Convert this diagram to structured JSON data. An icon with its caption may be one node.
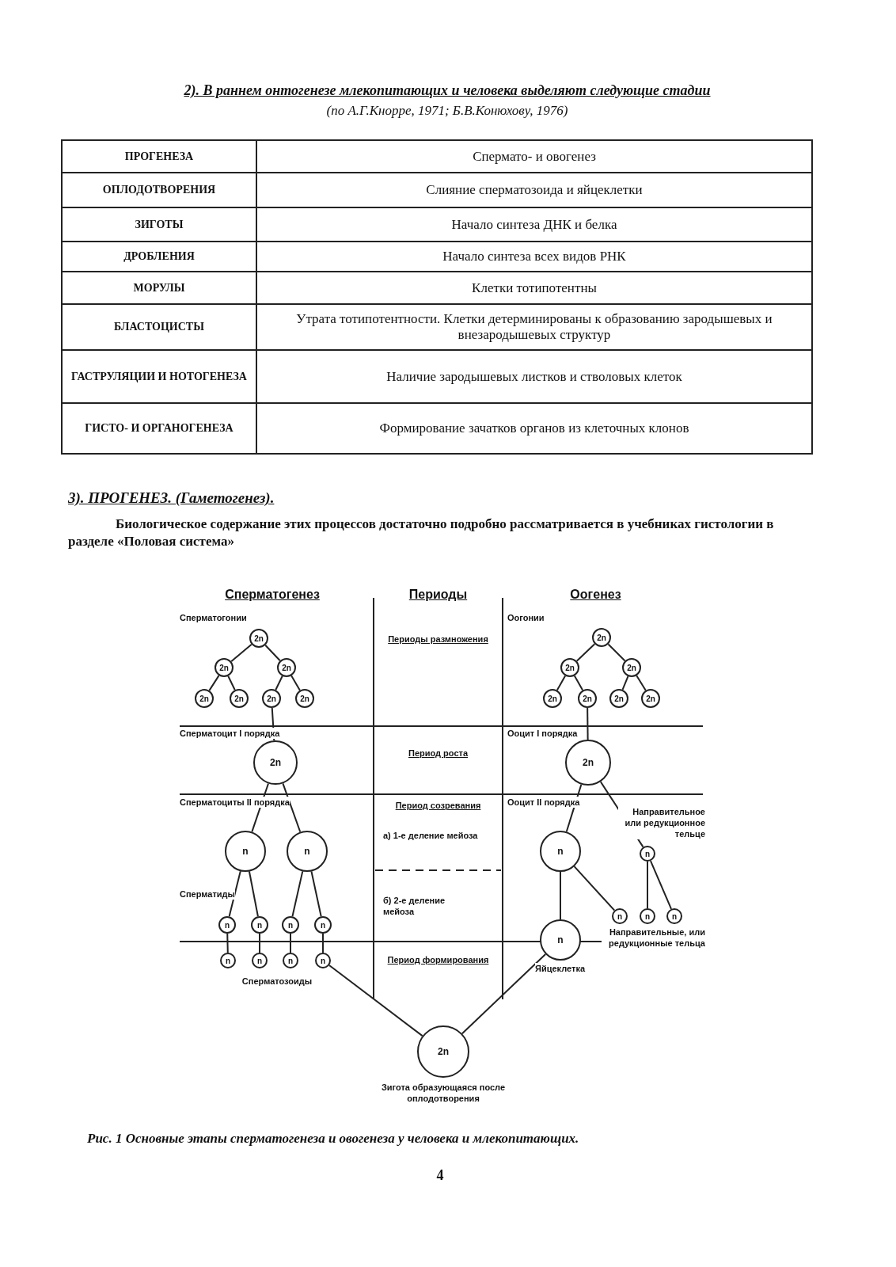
{
  "diagram": {
    "title": "2). В раннем онтогенезе млекопитающих и человека выделяют следующие стадии",
    "caption": "Рис. 1 Основные этапы сперматогенеза и овогенеза у человека и млекопитающих.",
    "nodes": [
      {
        "text": [
          "2n"
        ]
      },
      {
        "text": [
          "2n"
        ]
      },
      {
        "text": [
          "2n"
        ]
      },
      {
        "text": [
          "2n"
        ]
      },
      {
        "text": [
          "2n"
        ]
      },
      {
        "text": [
          "2n"
        ]
      },
      {
        "text": [
          "2n"
        ]
      },
      {
        "text": [
          "2n"
        ]
      },
      {
        "text": [
          "n"
        ]
      },
      {
        "text": [
          "n"
        ]
      },
      {
        "text": [
          "n"
        ]
      },
      {
        "text": [
          "n"
        ]
      },
      {
        "text": [
          "n"
        ]
      },
      {
        "text": [
          "n"
        ]
      },
      {
        "text": [
          "n"
        ]
      },
      {
        "text": [
          "n"
        ]
      },
      {
        "text": [
          "n"
        ]
      },
      {
        "text": [
          "n"
        ]
      },
      {
        "text": [
          "2n"
        ]
      },
      {
        "text": [
          "2n"
        ]
      },
      {
        "text": [
          "2n"
        ]
      },
      {
        "text": [
          "2n"
        ]
      },
      {
        "text": [
          "2n"
        ]
      },
      {
        "text": [
          "2n"
        ]
      },
      {
        "text": [
          "2n"
        ]
      },
      {
        "text": [
          "2n"
        ]
      },
      {
        "text": [
          "n"
        ]
      },
      {
        "text": [
          "n"
        ],
        "beside": [
          "Направительное или редукционное тельце"
        ]
      },
      {
        "text": [
          "n"
        ],
        "beside": [
          "Яйцеклетка"
        ]
      },
      {
        "text": [
          "n"
        ]
      },
      {
        "text": [
          "n"
        ]
      },
      {
        "text": [
          "n"
        ]
      },
      {
        "text": [
          "2n"
        ],
        "beside": [
          "Зигота образующаяся после оплодотворения"
        ]
      }
    ],
    "edges": [
      {
        "from": 0,
        "to": 1,
        "arrow": "none"
      },
      {
        "from": 0,
        "to": 2,
        "arrow": "none"
      },
      {
        "from": 1,
        "to": 3,
        "arrow": "none"
      },
      {
        "from": 1,
        "to": 4,
        "arrow": "none"
      },
      {
        "from": 2,
        "to": 5,
        "arrow": "none"
      },
      {
        "from": 2,
        "to": 6,
        "arrow": "none"
      },
      {
        "from": 5,
        "to": 7,
        "arrow": "none"
      },
      {
        "from": 7,
        "to": 8,
        "arrow": "none"
      },
      {
        "from": 7,
        "to": 9,
        "arrow": "none"
      },
      {
        "from": 8,
        "to": 10,
        "arrow": "none"
      },
      {
        "from": 8,
        "to": 11,
        "arrow": "none"
      },
      {
        "from": 9,
        "to": 12,
        "arrow": "none"
      },
      {
        "from": 9,
        "to": 13,
        "arrow": "none"
      },
      {
        "from": 10,
        "to": 14,
        "arrow": "none"
      },
      {
        "from": 11,
        "to": 15,
        "arrow": "none"
      },
      {
        "from": 12,
        "to": 16,
        "arrow": "none"
      },
      {
        "from": 13,
        "to": 17,
        "arrow": "none"
      },
      {
        "from": 17,
        "to": 32,
        "arrow": "none"
      },
      {
        "from": 18,
        "to": 19,
        "arrow": "none"
      },
      {
        "from": 18,
        "to": 20,
        "arrow": "none"
      },
      {
        "from": 19,
        "to": 21,
        "arrow": "none"
      },
      {
        "from": 19,
        "to": 22,
        "arrow": "none"
      },
      {
        "from": 20,
        "to": 23,
        "arrow": "none"
      },
      {
        "from": 20,
        "to": 24,
        "arrow": "none"
      },
      {
        "from": 22,
        "to": 25,
        "arrow": "none"
      },
      {
        "from": 25,
        "to": 26,
        "arrow": "none"
      },
      {
        "from": 25,
        "to": 27,
        "arrow": "none"
      },
      {
        "from": 26,
        "to": 28,
        "arrow": "none"
      },
      {
        "from": 26,
        "to": 29,
        "arrow": "none"
      },
      {
        "from": 27,
        "to": 30,
        "arrow": "none"
      },
      {
        "from": 27,
        "to": 31,
        "arrow": "none"
      },
      {
        "from": 28,
        "to": 32,
        "arrow": "none"
      }
    ],
    "labels": [
      "(по А.Г.Кнорре, 1971; Б.В.Конюхову, 1976)",
      "ПРОГЕНЕЗА",
      "Спермато- и овогенез",
      "ОПЛОДОТВОРЕНИЯ",
      "Слияние сперматозоида и яйцеклетки",
      "ЗИГОТЫ",
      "Начало синтеза ДНК и белка",
      "ДРОБЛЕНИЯ",
      "Начало синтеза всех видов РНК",
      "МОРУЛЫ",
      "Клетки тотипотентны",
      "БЛАСТОЦИСТЫ",
      "Утрата тотипотентности. Клетки детерминированы к образованию зародышевых и внезародышевых структур",
      "ГАСТРУЛЯЦИИ И НОТОГЕНЕЗА",
      "Наличие зародышевых листков и стволовых клеток",
      "ГИСТО- И ОРГАНОГЕНЕЗА",
      "Формирование зачатков органов из клеточных клонов",
      "3). ПРОГЕНЕЗ. (Гаметогенез).",
      "Биологическое содержание этих процессов достаточно подробно рассматривается в учебниках гистологии в разделе «Половая система»",
      "Сперматогенез",
      "Периоды",
      "Оогенез",
      "Сперматогонии",
      "Периоды размножения",
      "Оогонии",
      "Сперматоцит I порядка",
      "Период роста",
      "Ооцит I порядка",
      "Сперматоциты II порядка",
      "Период созревания",
      "Ооцит II порядка",
      "а) 1-е деление мейоза",
      "Сперматиды",
      "б) 2-е деление мейоза",
      "Направительные, или редукционные тельца",
      "Период формирования",
      "Сперматозоиды",
      "4"
    ]
  }
}
